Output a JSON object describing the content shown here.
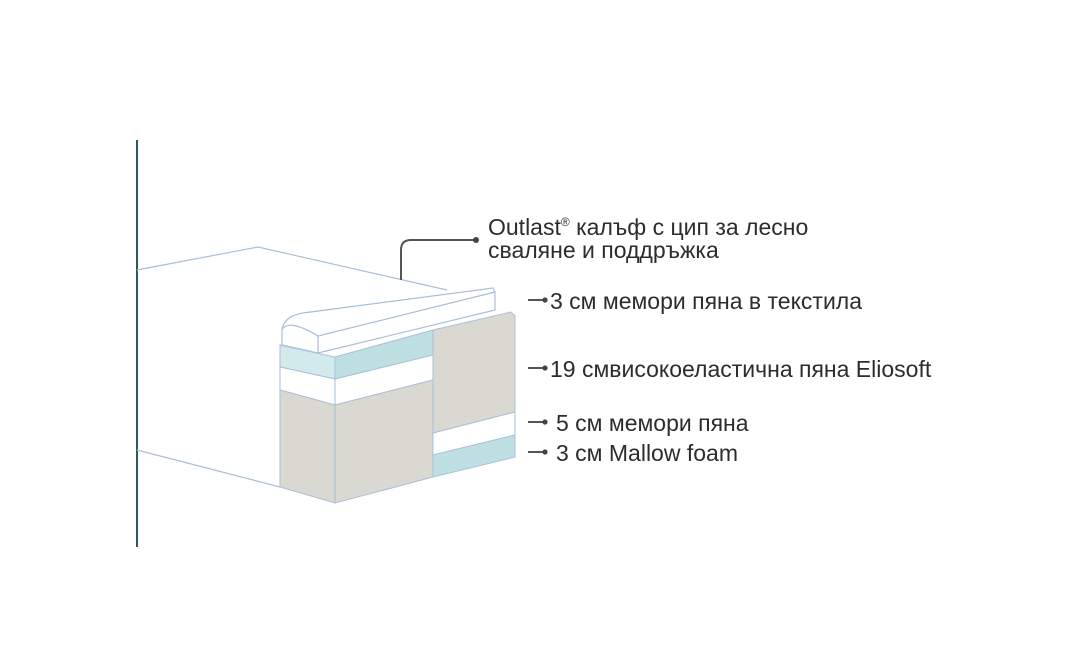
{
  "labels": {
    "cover_brand": "Outlast",
    "cover_reg": "®",
    "cover_line1": " калъф с цип за лесно",
    "cover_line2": "сваляне и поддръжка",
    "layer_1": "3 см мемори пяна в текстила",
    "layer_2": "19 смвисокоеластична пяна Eliosoft",
    "layer_3": "5 см мемори пяна",
    "layer_4": "3 см Mallow foam"
  },
  "colors": {
    "axis_line": "#2f5a5a",
    "outline": "#a9bfd8",
    "foam_beige": "#d9d8d1",
    "foam_blue": "#c3e2e4",
    "text": "#2c2c2c"
  }
}
